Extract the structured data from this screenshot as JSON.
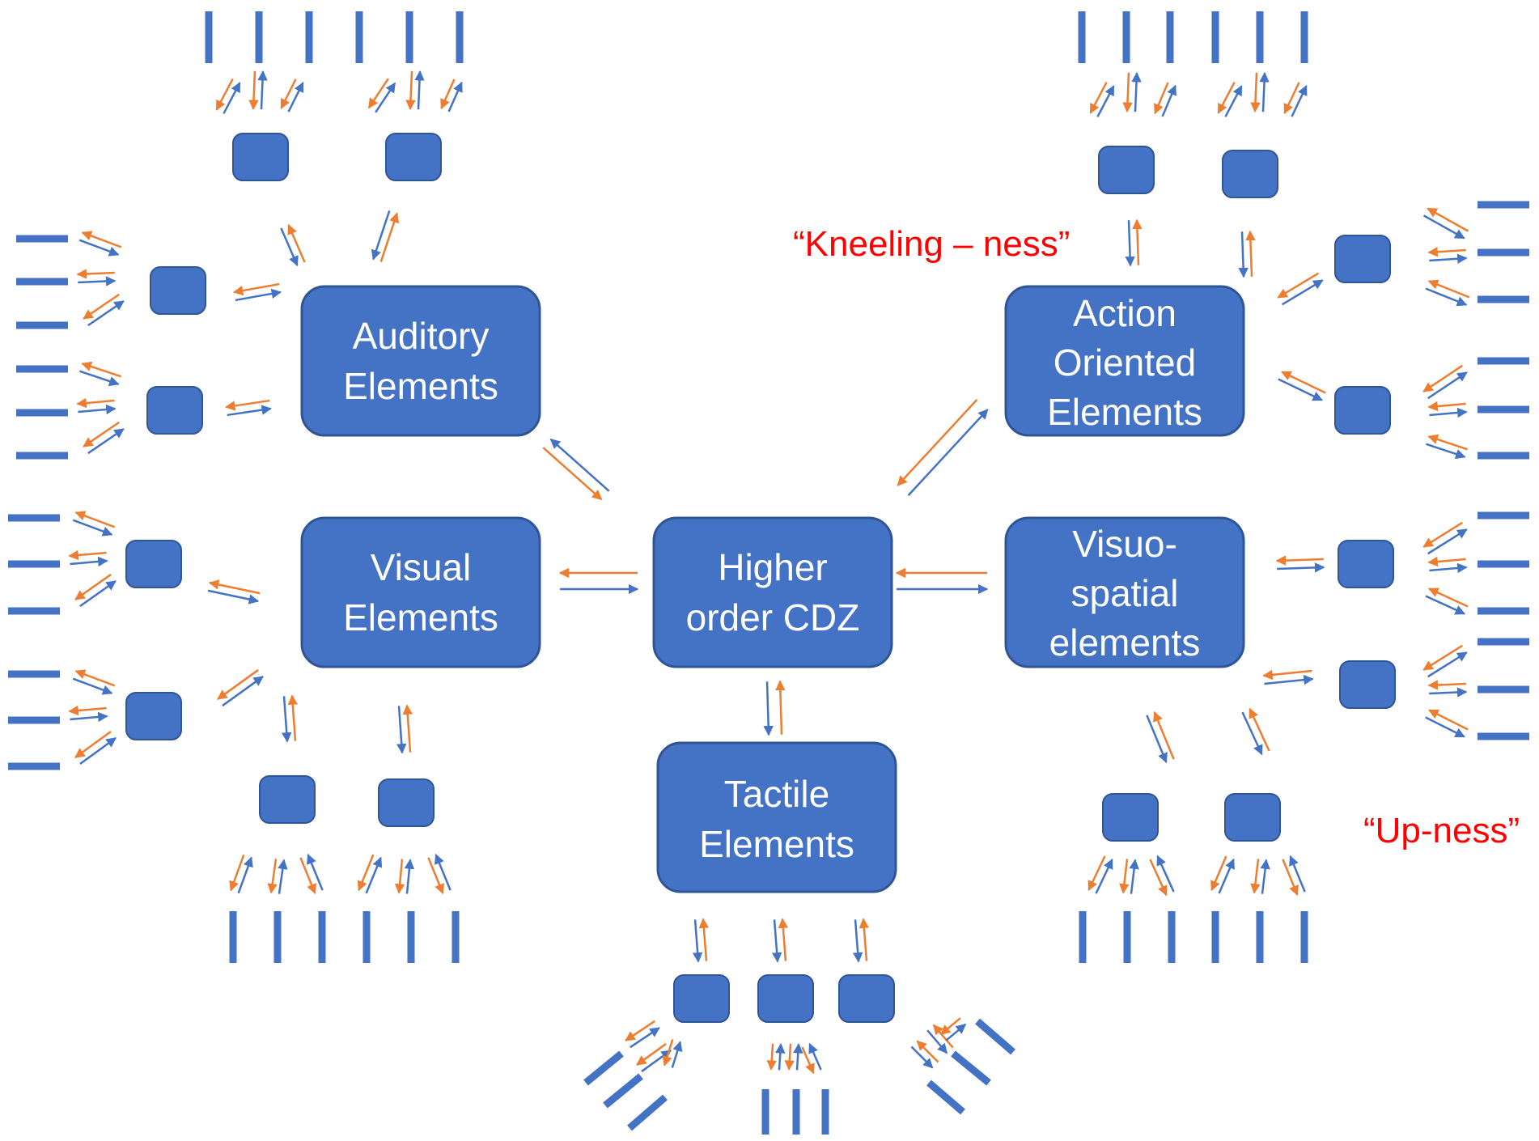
{
  "colors": {
    "box_fill": "#4472c4",
    "box_stroke": "#2f5597",
    "arrow_blue": "#4472c4",
    "arrow_orange": "#ed7d31",
    "annotation": "#ff0000"
  },
  "nodes": {
    "auditory": [
      "Auditory",
      "Elements"
    ],
    "visual": [
      "Visual",
      "Elements"
    ],
    "higher": [
      "Higher",
      "order CDZ"
    ],
    "action": [
      "Action",
      "Oriented",
      "Elements"
    ],
    "visuospatial": [
      "Visuo-",
      "spatial",
      "elements"
    ],
    "tactile": [
      "Tactile",
      "Elements"
    ]
  },
  "annotations": {
    "kneeling": "“Kneeling – ness”",
    "upness": "“Up-ness”"
  }
}
